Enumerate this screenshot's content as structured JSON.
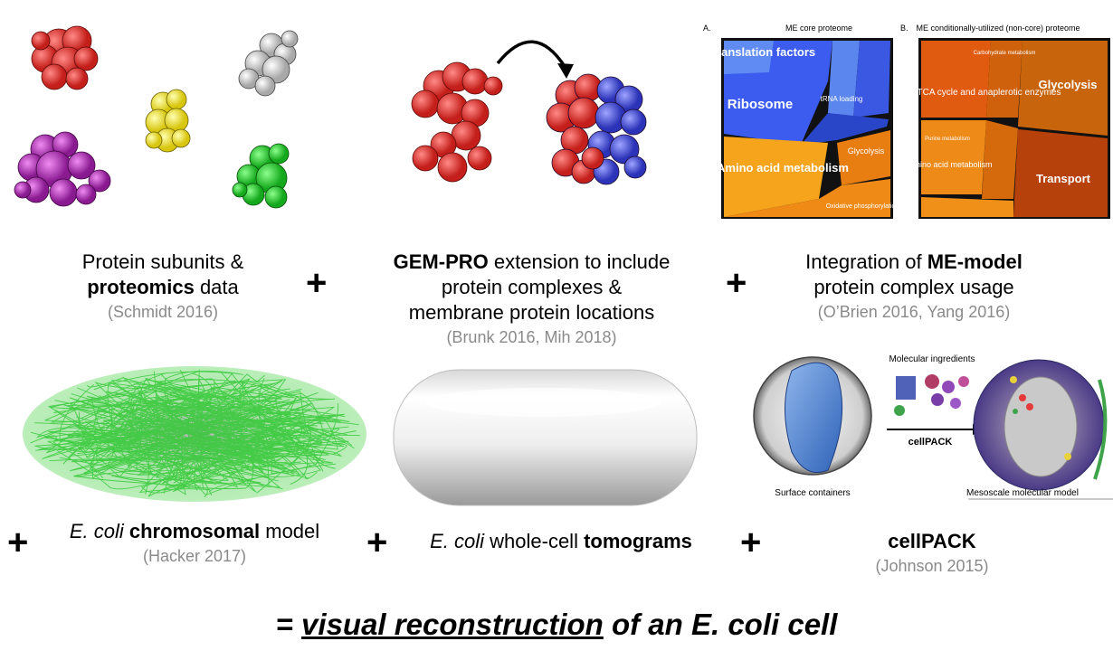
{
  "panels": {
    "subunits": {
      "line1": "Protein subunits &",
      "bold": "proteomics",
      "rest": " data",
      "cite": "(Schmidt 2016)"
    },
    "gempro": {
      "bold": "GEM-PRO",
      "line1_rest": " extension to include",
      "line2": "protein complexes &",
      "line3": "membrane protein locations",
      "cite": "(Brunk 2016, Mih 2018)"
    },
    "me_model": {
      "line1_pre": "Integration of ",
      "bold": "ME-model",
      "line2": "protein complex usage",
      "cite": "(O’Brien 2016, Yang 2016)"
    },
    "chromosome": {
      "italic": "E. coli",
      "bold": "chromosomal",
      "rest": " model",
      "cite": "(Hacker 2017)"
    },
    "tomogram": {
      "italic": "E. coli",
      "mid": " whole-cell ",
      "bold": "tomograms"
    },
    "cellpack": {
      "bold": "cellPACK",
      "cite": "(Johnson 2015)"
    }
  },
  "plus_sign": "+",
  "treemap": {
    "panel_a_title": "A.",
    "panel_a_label": "ME core proteome",
    "panel_b_title": "B.",
    "panel_b_label": "ME conditionally-utilized (non-core) proteome",
    "a_translation": "Translation factors",
    "a_ribosome": "Ribosome",
    "a_trna": "tRNA loading",
    "a_amino": "Amino acid metabolism",
    "a_glycolysis": "Glycolysis",
    "a_oxphos": "Oxidative phosphorylation",
    "b_tca": "TCA cycle and anaplerotic enzymes",
    "b_glycolysis": "Glycolysis",
    "b_amino": "Amino acid metabolism",
    "b_transport": "Transport",
    "b_carbo": "Carbohydrate metabolism",
    "b_purine": "Purine metabolism"
  },
  "cellpack_diagram": {
    "ingredients": "Molecular ingredients",
    "arrow_label": "cellPACK",
    "surface": "Surface containers",
    "mesoscale": "Mesoscale molecular model"
  },
  "final": {
    "prefix": "= ",
    "underlined": "visual reconstruction",
    "suffix": " of an E. coli cell"
  },
  "colors": {
    "red": "#e8403c",
    "blue": "#4a55e0",
    "yellow": "#f4e83a",
    "magenta": "#c235c9",
    "green": "#27d132",
    "white_protein": "#e6e6e6"
  }
}
